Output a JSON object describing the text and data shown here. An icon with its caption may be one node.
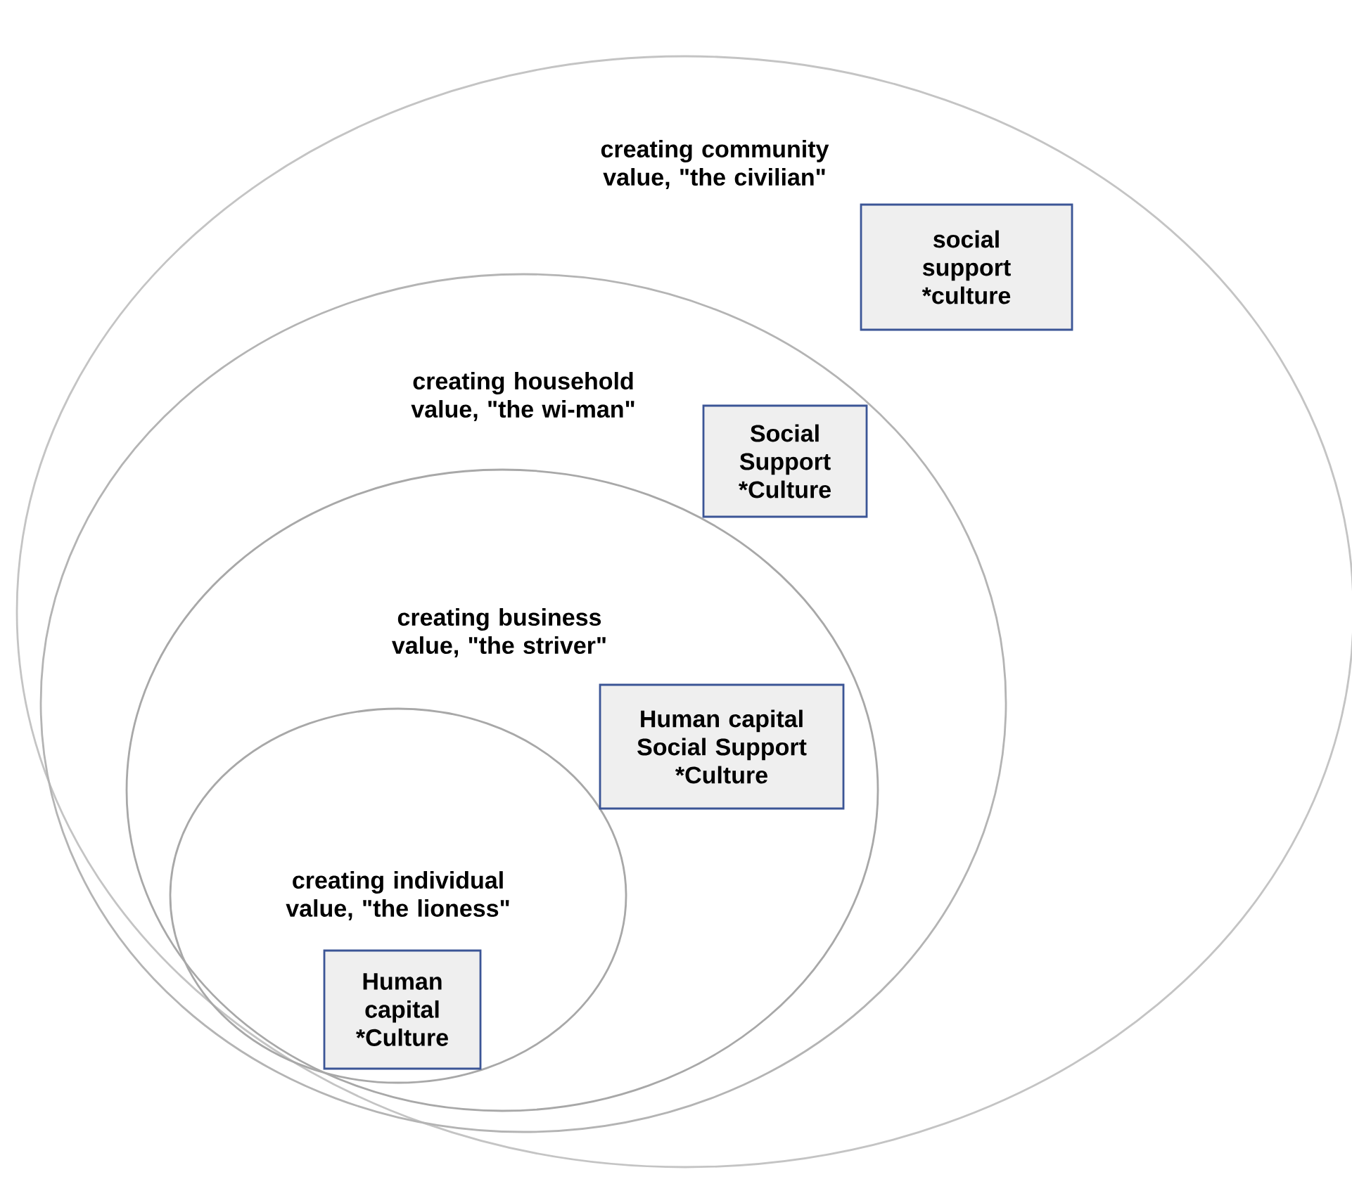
{
  "diagram": {
    "nodes": [
      {
        "text": [
          "creating community value, \"the civilian\""
        ]
      },
      {
        "text": [
          "social support *culture"
        ],
        "in": 0
      },
      {
        "text": [
          "creating household value, \"the wi-man\""
        ],
        "in": 0
      },
      {
        "text": [
          "Social Support *Culture"
        ],
        "in": 2
      },
      {
        "text": [
          "creating business value, \"the striver\""
        ],
        "in": 2
      },
      {
        "text": [
          "Human capital Social Support *Culture"
        ],
        "in": 4
      },
      {
        "text": [
          "creating individual value, \"the lioness\""
        ],
        "in": 4
      },
      {
        "text": [
          "Human capital *Culture"
        ],
        "in": 6
      }
    ]
  }
}
